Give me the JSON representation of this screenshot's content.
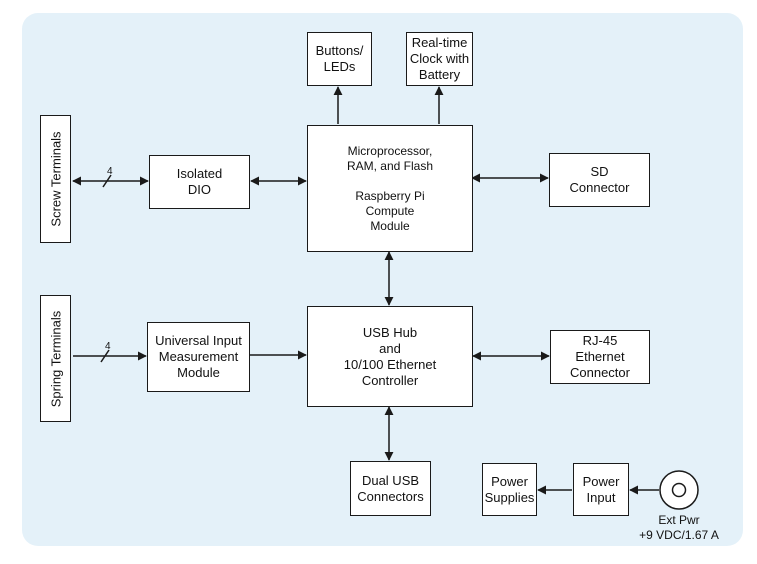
{
  "blocks": {
    "screw_terminals": "Screw Terminals",
    "spring_terminals": "Spring Terminals",
    "isolated_dio": "Isolated\nDIO",
    "universal_input": "Universal Input\nMeasurement\nModule",
    "buttons_leds": "Buttons/\nLEDs",
    "rtc": "Real-time\nClock with\nBattery",
    "cpu_line1": "Microprocessor,\nRAM, and Flash",
    "cpu_line2": "Raspberry Pi\nCompute\nModule",
    "sd_connector": "SD\nConnector",
    "usb_hub": "USB Hub\nand\n10/100 Ethernet\nController",
    "rj45": "RJ-45\nEthernet\nConnector",
    "dual_usb": "Dual USB\nConnectors",
    "power_supplies": "Power\nSupplies",
    "power_input": "Power\nInput"
  },
  "labels": {
    "bus_width_screw": "4",
    "bus_width_spring": "4",
    "ext_pwr": "Ext Pwr\n+9 VDC/1.67 A"
  },
  "colors": {
    "panel_background": "#e4f1f9",
    "line": "#1a1a1a",
    "box_fill": "#ffffff"
  }
}
